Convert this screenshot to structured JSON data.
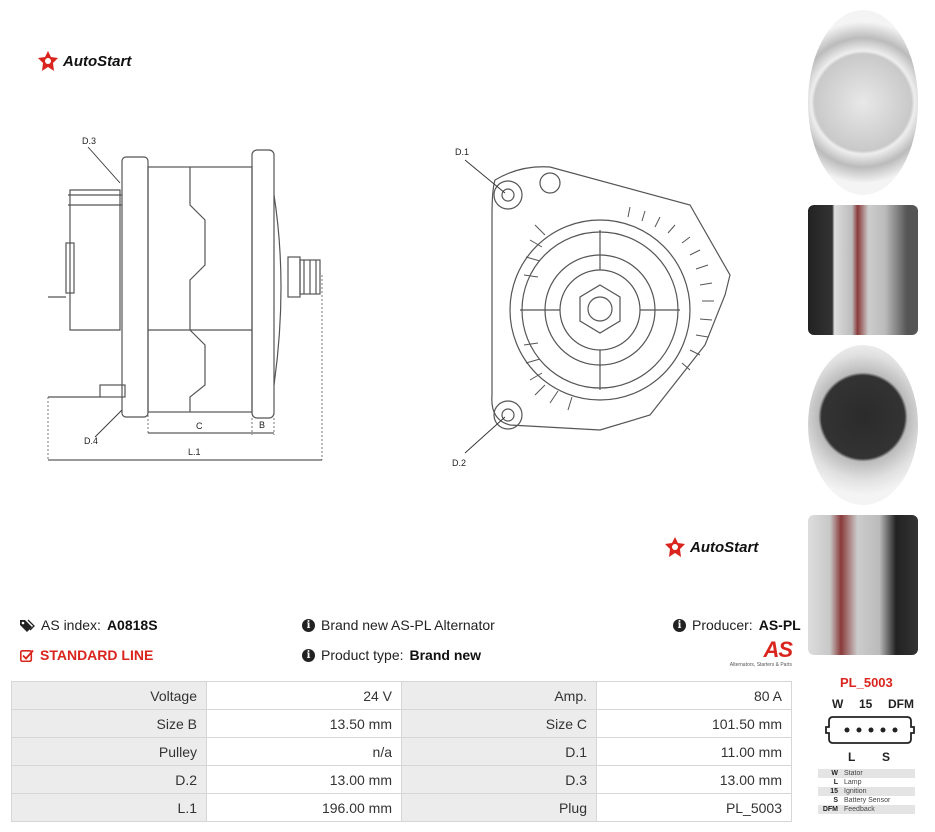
{
  "brand": {
    "name": "AutoStart",
    "accent": "#d9251d"
  },
  "drawing_labels": {
    "d3": "D.3",
    "d4": "D.4",
    "c": "C",
    "b": "B",
    "l1": "L.1",
    "d1": "D.1",
    "d2": "D.2"
  },
  "info": {
    "as_index_label": "AS index:",
    "as_index_value": "A0818S",
    "standard_line": "STANDARD LINE",
    "description": "Brand new AS-PL Alternator",
    "product_type_label": "Product type:",
    "product_type_value": "Brand new",
    "producer_label": "Producer:",
    "producer_value": "AS-PL",
    "as_logo_text": "AS",
    "as_logo_tagline": "Alternators, Starters & Parts"
  },
  "specs": [
    [
      "Voltage",
      "24 V",
      "Amp.",
      "80 A"
    ],
    [
      "Size B",
      "13.50 mm",
      "Size C",
      "101.50 mm"
    ],
    [
      "Pulley",
      "n/a",
      "D.1",
      "11.00 mm"
    ],
    [
      "D.2",
      "13.00 mm",
      "D.3",
      "13.00 mm"
    ],
    [
      "L.1",
      "196.00 mm",
      "Plug",
      "PL_5003"
    ]
  ],
  "plug": {
    "title": "PL_5003",
    "top_pins": [
      "W",
      "15",
      "DFM"
    ],
    "bottom_pins": [
      "L",
      "S"
    ],
    "legend": [
      {
        "code": "W",
        "desc": "Stator"
      },
      {
        "code": "L",
        "desc": "Lamp"
      },
      {
        "code": "15",
        "desc": "Ignition"
      },
      {
        "code": "S",
        "desc": "Battery Sensor"
      },
      {
        "code": "DFM",
        "desc": "Feedback"
      }
    ]
  }
}
